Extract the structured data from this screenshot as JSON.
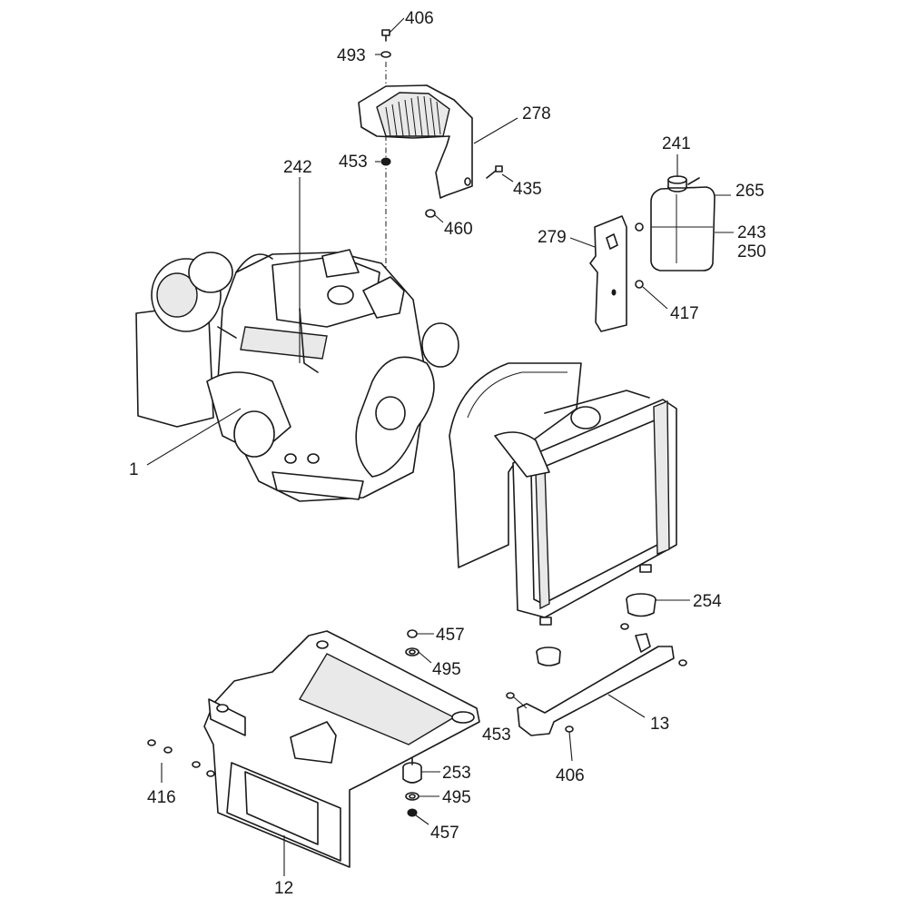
{
  "callouts": {
    "c406_top": "406",
    "c493": "493",
    "c278": "278",
    "c453_top": "453",
    "c435": "435",
    "c460": "460",
    "c242": "242",
    "c241": "241",
    "c265": "265",
    "c243": "243",
    "c250": "250",
    "c279": "279",
    "c417": "417",
    "c1": "1",
    "c254": "254",
    "c457_top": "457",
    "c495_top": "495",
    "c13": "13",
    "c453_bot": "453",
    "c406_bot": "406",
    "c253": "253",
    "c495_bot": "495",
    "c457_bot": "457",
    "c416": "416",
    "c12": "12"
  }
}
